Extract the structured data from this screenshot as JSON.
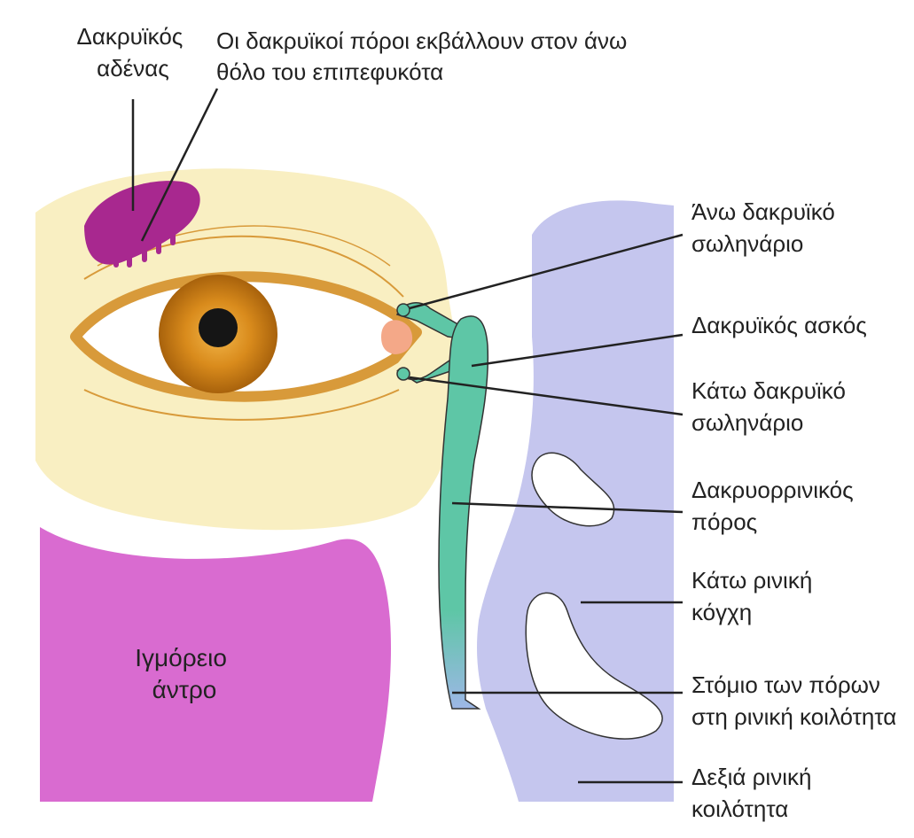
{
  "labels": {
    "lacrimal_gland": [
      "Δακρυϊκός",
      "αδένας"
    ],
    "ducts": [
      "Οι δακρυϊκοί πόροι εκβάλλουν στον άνω",
      "θόλο του επιπεφυκότα"
    ],
    "upper_canaliculus": [
      "Άνω δακρυϊκό",
      "σωληνάριο"
    ],
    "lacrimal_sac": [
      "Δακρυϊκός ασκός"
    ],
    "lower_canaliculus": [
      "Κάτω δακρυϊκό",
      "σωληνάριο"
    ],
    "nasolacrimal_duct": [
      "Δακρυορρινικός",
      "πόρος"
    ],
    "inferior_turbinate": [
      "Κάτω ρινική",
      "κόγχη"
    ],
    "duct_opening": [
      "Στόμιο των πόρων",
      "στη ρινική κοιλότητα"
    ],
    "nasal_cavity": [
      "Δεξιά ρινική",
      "κοιλότητα"
    ],
    "maxillary_sinus": [
      "Ιγμόρειο",
      "άντρο"
    ]
  },
  "colors": {
    "skin": "#f9efc2",
    "gland": "#a8288f",
    "sinus": "#d96bd0",
    "duct": "#5ec6a6",
    "nasal": "#c5c6ee",
    "iris": "#d68a1a",
    "pupil": "#151515",
    "lid": "#d89a3a",
    "caruncle": "#f4a888",
    "leader": "#222222"
  }
}
